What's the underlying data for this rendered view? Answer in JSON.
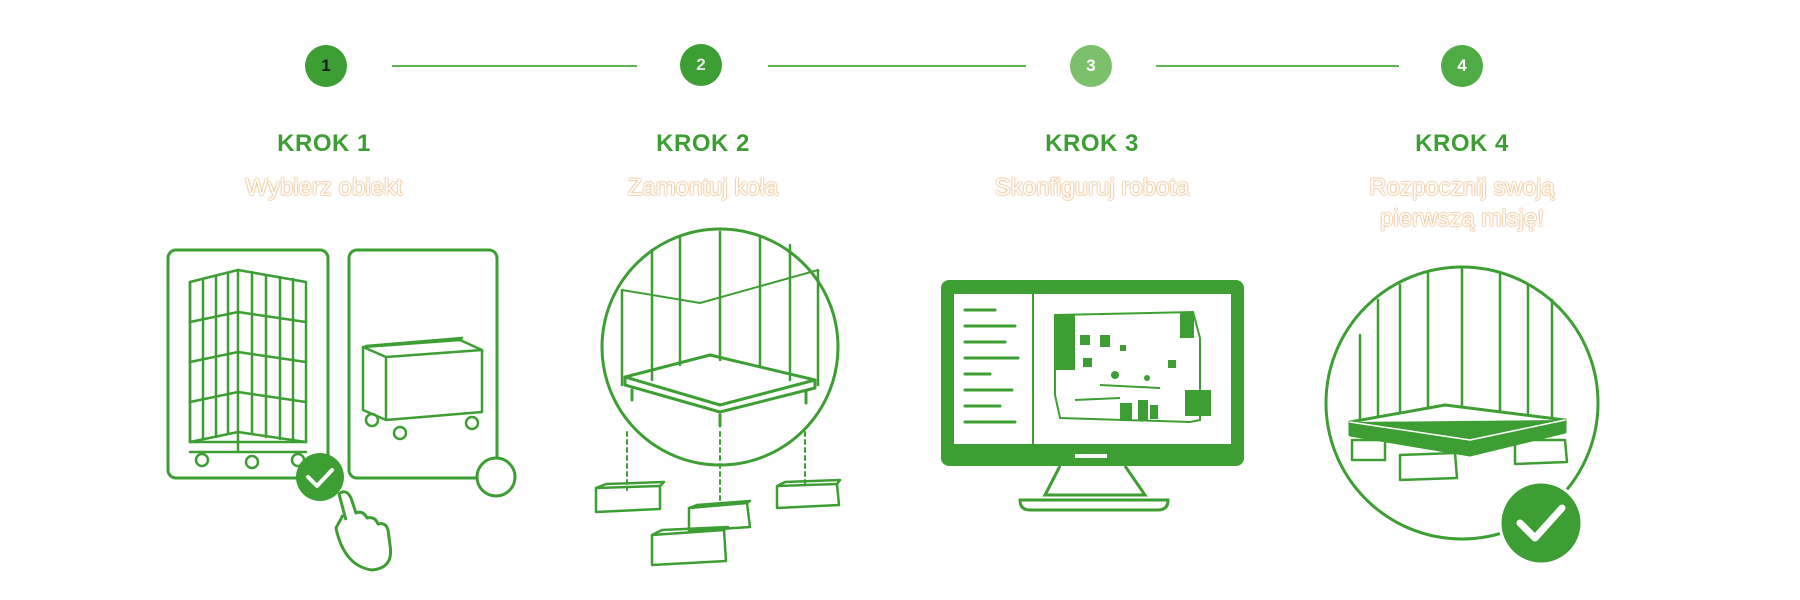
{
  "accent_color": "#3d9f33",
  "light_accent": "#7cc06c",
  "steps": [
    {
      "number": "1",
      "title": "KROK 1",
      "subtitle": "Wybierz obiekt"
    },
    {
      "number": "2",
      "title": "KROK 2",
      "subtitle": "Zamontuj koła"
    },
    {
      "number": "3",
      "title": "KROK 3",
      "subtitle": "Skonfiguruj robota"
    },
    {
      "number": "4",
      "title": "KROK 4",
      "subtitle_line1": "Rozpocznij swoją",
      "subtitle_line2": "pierwszą misję!"
    }
  ],
  "icons": {
    "cart": "roll-cage-cart-icon",
    "box_cart": "box-trolley-icon",
    "selected": "check-badge-icon",
    "pointer": "hand-pointer-icon",
    "wheels": "robot-wheel-module-icon",
    "monitor": "monitor-map-icon",
    "done": "check-circle-icon"
  }
}
